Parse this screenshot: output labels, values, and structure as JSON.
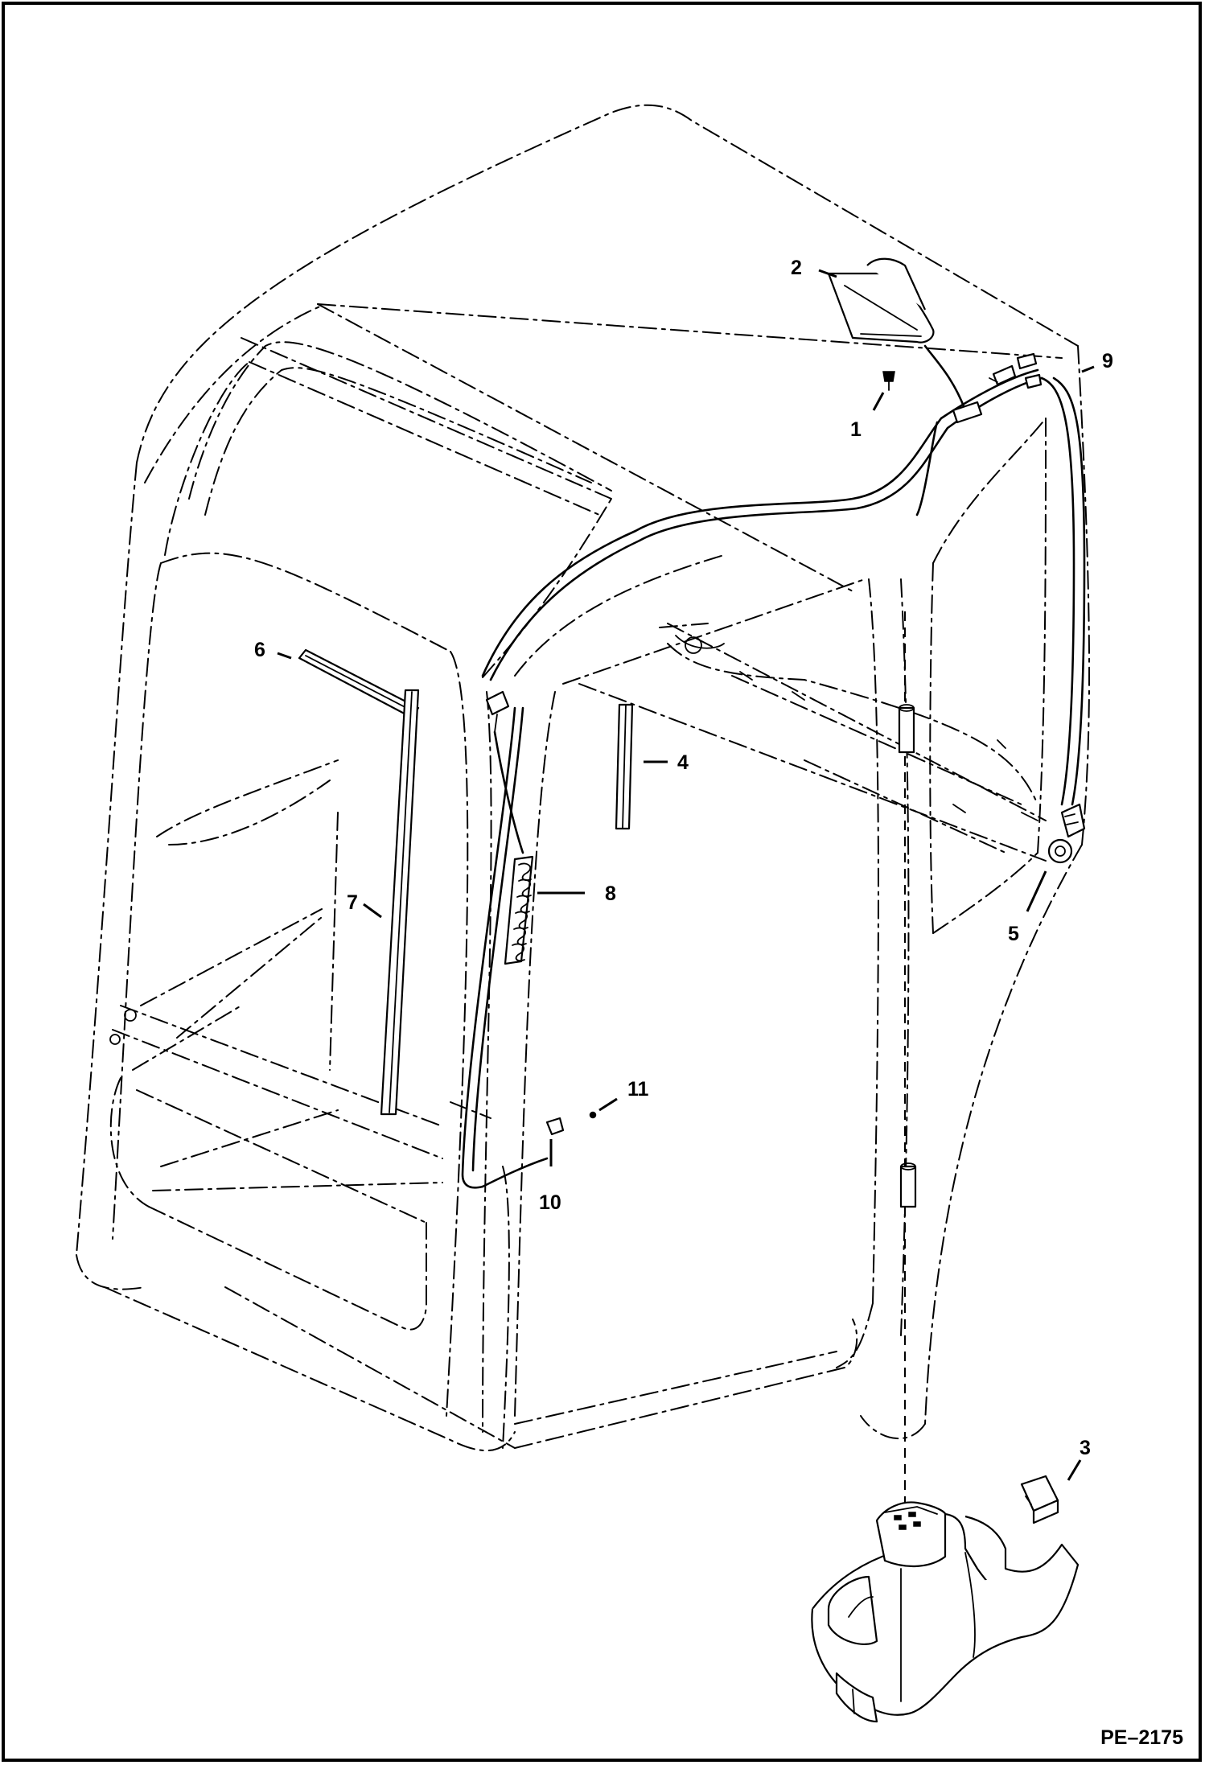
{
  "figure_id": "PE–2175",
  "callouts": [
    {
      "number": "1"
    },
    {
      "number": "2"
    },
    {
      "number": "3"
    },
    {
      "number": "4"
    },
    {
      "number": "5"
    },
    {
      "number": "6"
    },
    {
      "number": "7"
    },
    {
      "number": "8"
    },
    {
      "number": "9"
    },
    {
      "number": "10"
    },
    {
      "number": "11"
    }
  ]
}
